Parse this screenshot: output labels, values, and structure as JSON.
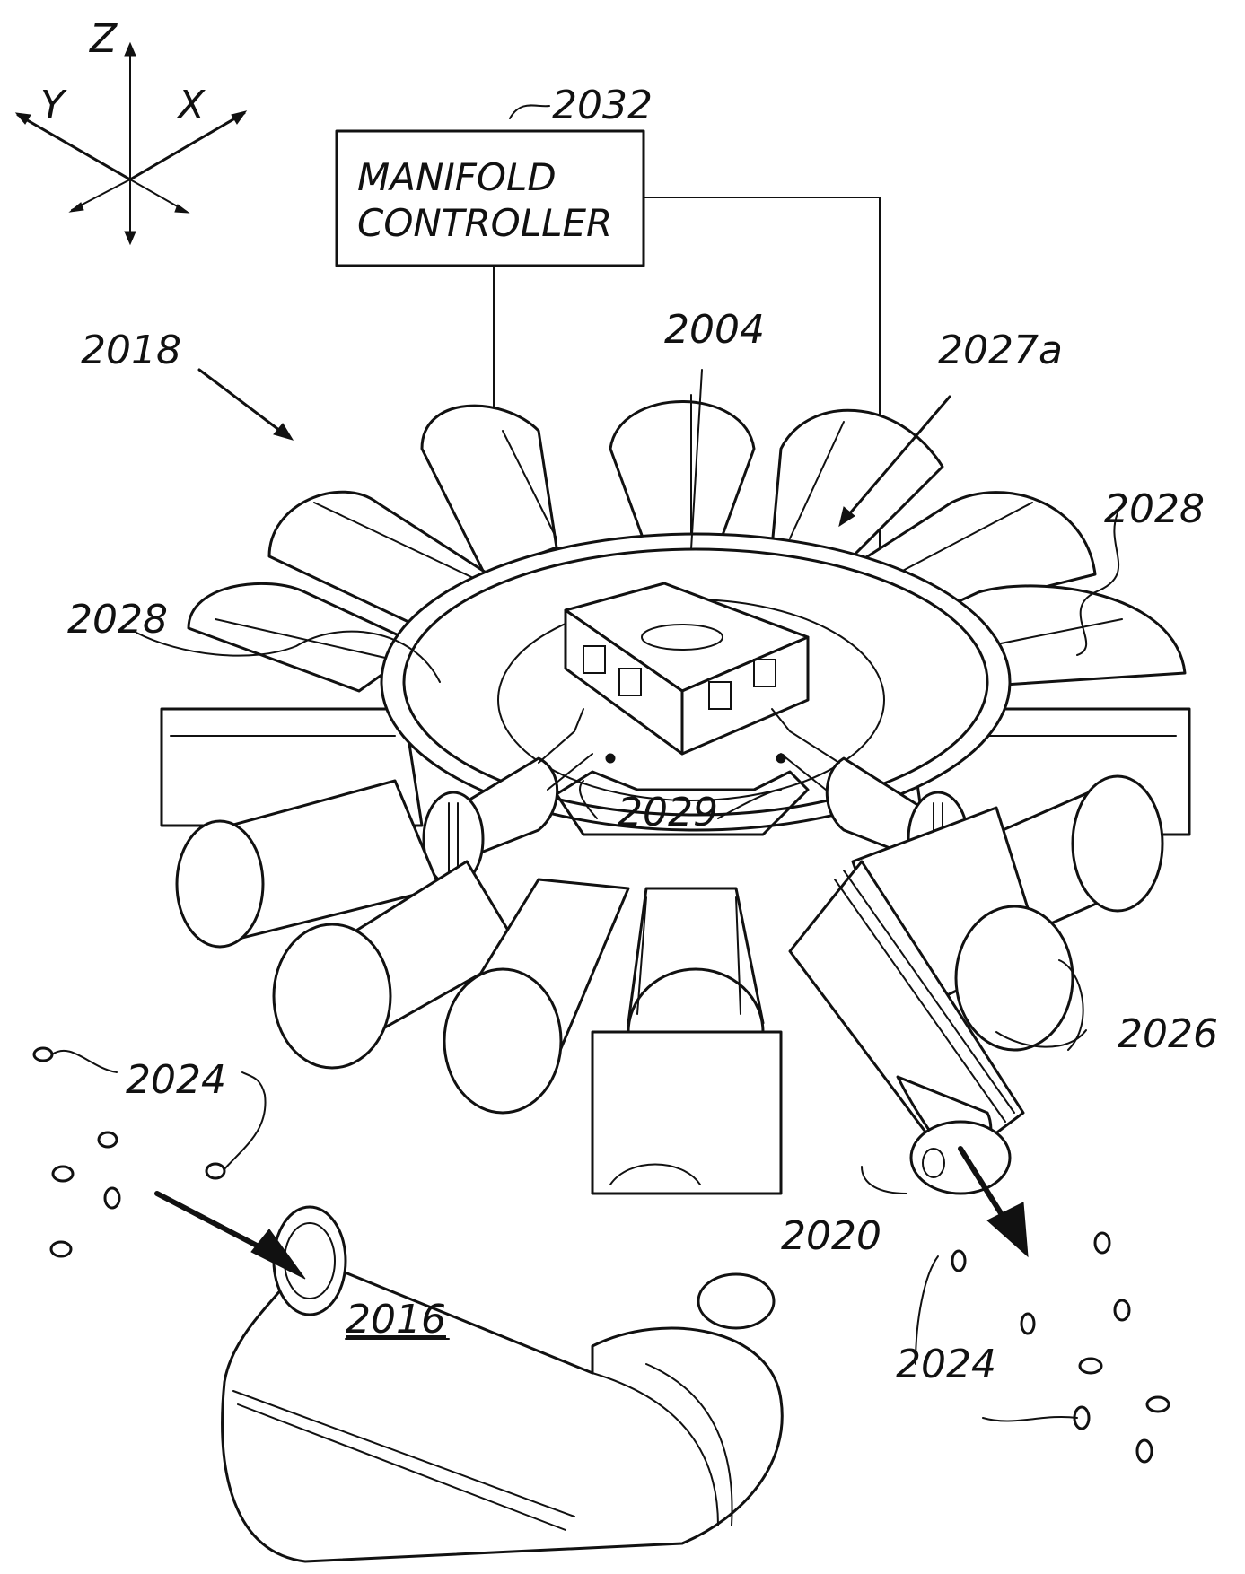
{
  "axes": {
    "z": "Z",
    "y": "Y",
    "x": "X"
  },
  "controller": {
    "ref": "2032",
    "line1": "MANIFOLD",
    "line2": "CONTROLLER"
  },
  "refs": {
    "r2018": "2018",
    "r2004": "2004",
    "r2027a": "2027a",
    "r2028_right": "2028",
    "r2028_left": "2028",
    "r2029": "2029",
    "r2026": "2026",
    "r2024_left": "2024",
    "r2024_right": "2024",
    "r2020": "2020",
    "r2016": "2016"
  }
}
